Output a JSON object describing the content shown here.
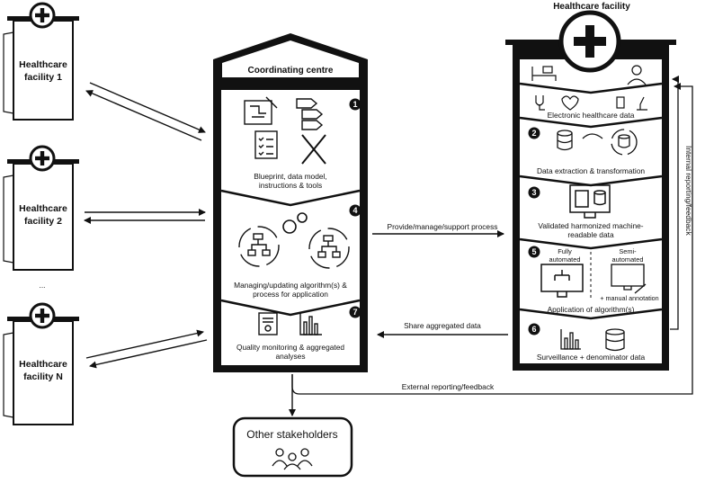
{
  "facilities": [
    {
      "line1": "Healthcare",
      "line2": "facility 1"
    },
    {
      "line1": "Healthcare",
      "line2": "facility 2"
    },
    {
      "line1": "Healthcare",
      "line2": "facility N"
    }
  ],
  "ellipsis": "...",
  "coordinating": {
    "title": "Coordinating centre",
    "step1": {
      "num": "1",
      "line1": "Blueprint, data model,",
      "line2": "instructions & tools"
    },
    "step4": {
      "num": "4",
      "line1": "Managing/updating algorithm(s) &",
      "line2": "process for application"
    },
    "step7": {
      "num": "7",
      "line1": "Quality monitoring & aggregated",
      "line2": "analyses"
    }
  },
  "facility_right": {
    "title": "Healthcare facility",
    "ehr": "Electronic healthcare data",
    "step2": {
      "num": "2",
      "label": "Data extraction & transformation"
    },
    "step3": {
      "num": "3",
      "line1": "Validated harmonized machine-",
      "line2": "readable data"
    },
    "step5": {
      "num": "5",
      "fully1": "Fully",
      "fully2": "automated",
      "semi1": "Semi-",
      "semi2": "automated",
      "manual": "+ manual annotation",
      "label": "Application of algorithm(s)"
    },
    "step6": {
      "num": "6",
      "label": "Surveillance + denominator data"
    }
  },
  "arrows": {
    "provide": "Provide/manage/support process",
    "share": "Share aggregated data",
    "external": "External reporting/feedback",
    "internal": "Internal reporting/feedback"
  },
  "stakeholders": "Other stakeholders"
}
